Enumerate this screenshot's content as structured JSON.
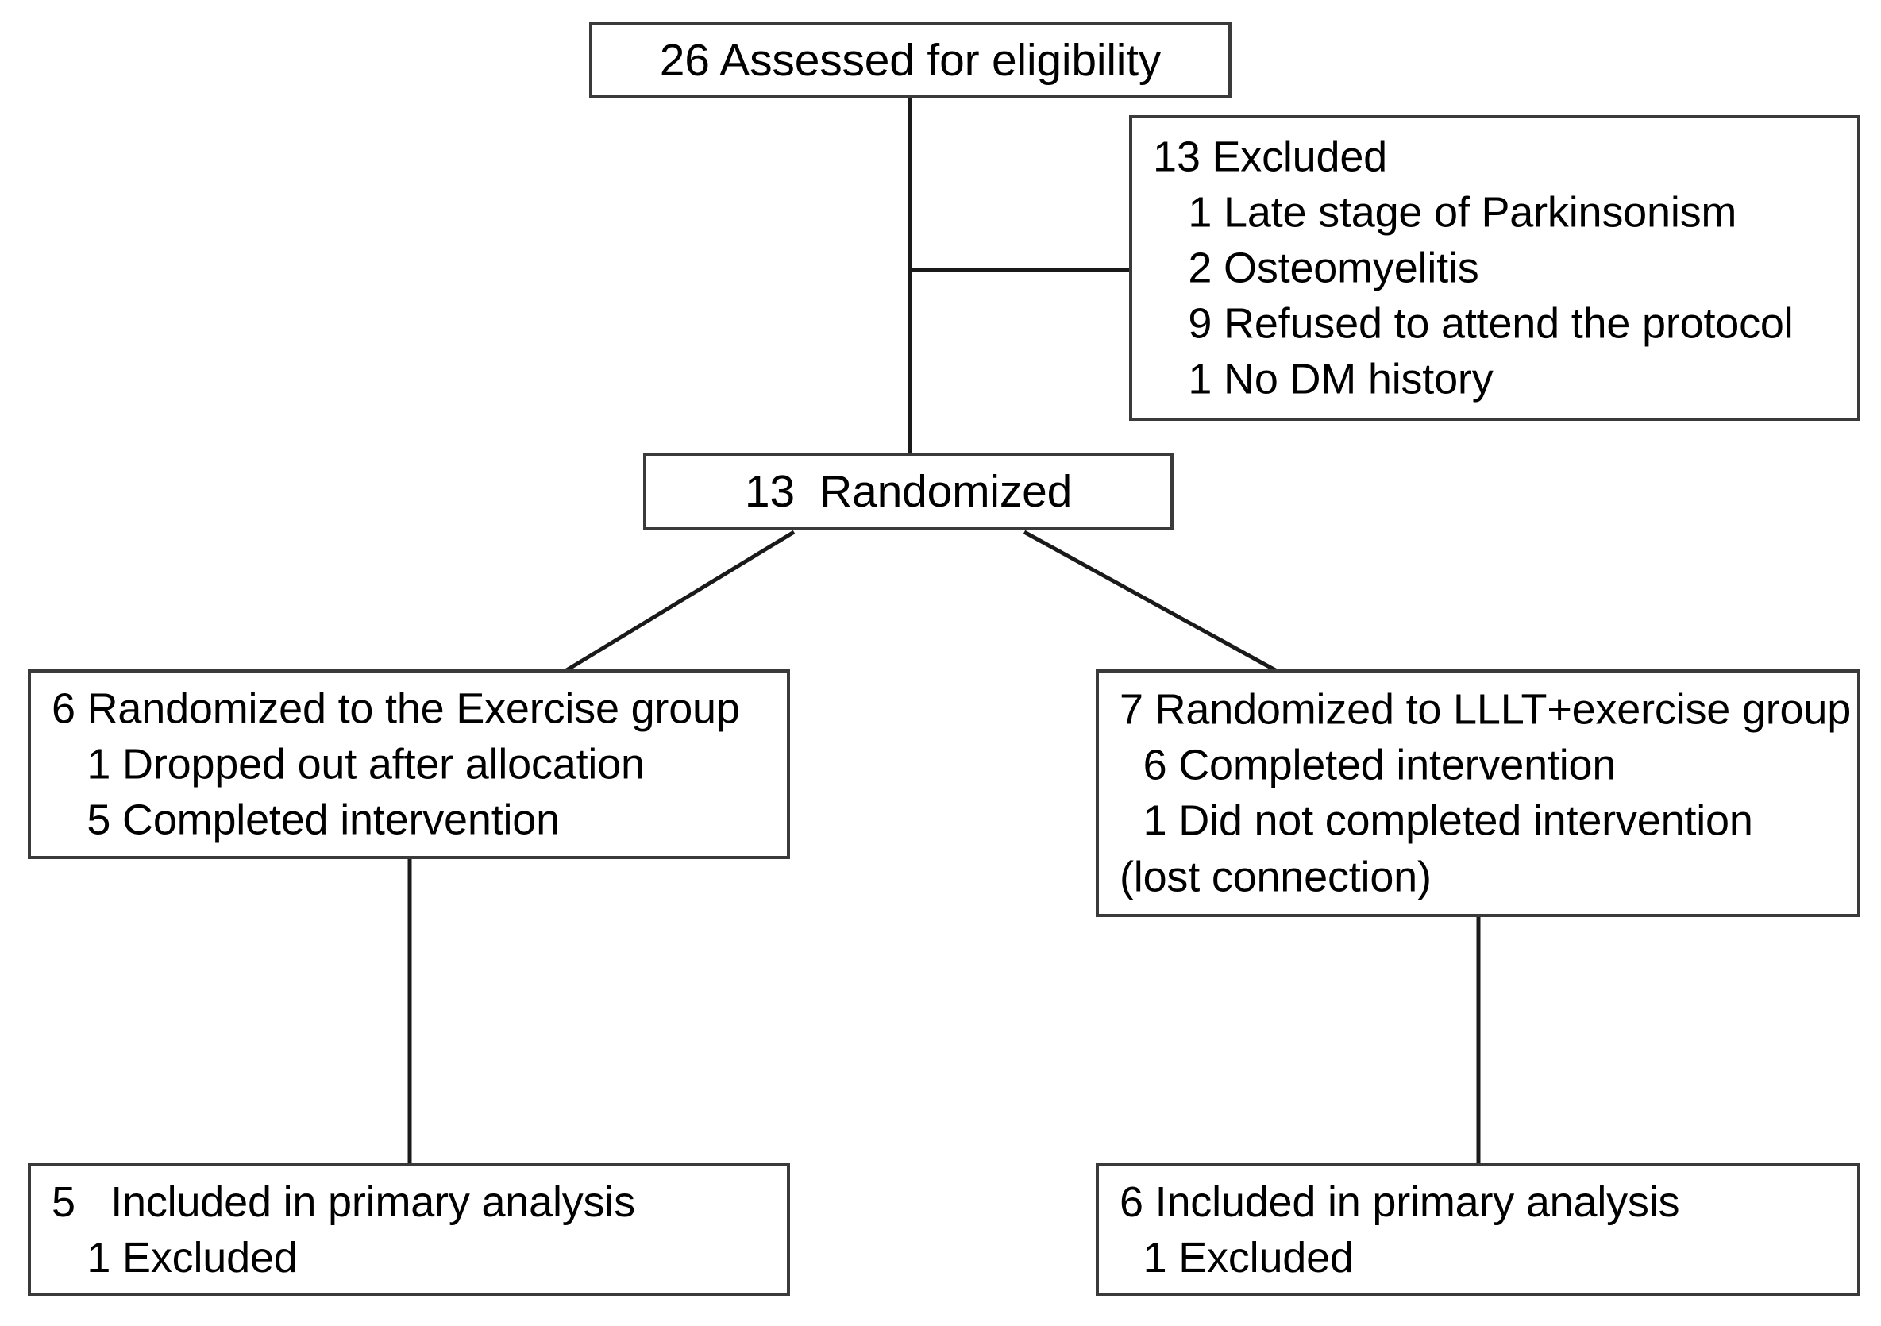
{
  "diagram": {
    "type": "consort-flow-diagram",
    "title": "CONSORT participant flow diagram",
    "colors": {
      "box_border": "#3a3a3a",
      "connector": "#1a1a1a",
      "background": "#ffffff",
      "text": "#000000"
    },
    "nodes": {
      "assessed": {
        "id": "assessed-for-eligibility",
        "count": 26,
        "lines": [
          "26 Assessed for eligibility"
        ]
      },
      "excluded": {
        "id": "excluded",
        "count": 13,
        "lines": [
          "13 Excluded",
          "   1 Late stage of Parkinsonism",
          "   2 Osteomyelitis",
          "   9 Refused to attend the protocol",
          "   1 No DM history"
        ],
        "reasons": [
          {
            "count": 1,
            "reason": "Late stage of Parkinsonism"
          },
          {
            "count": 2,
            "reason": "Osteomyelitis"
          },
          {
            "count": 9,
            "reason": "Refused to attend the protocol"
          },
          {
            "count": 1,
            "reason": "No DM history"
          }
        ]
      },
      "randomized": {
        "id": "randomized",
        "count": 13,
        "lines": [
          "13  Randomized"
        ]
      },
      "allocation_left": {
        "id": "exercise-group-allocation",
        "count": 6,
        "lines": [
          "6 Randomized to the Exercise group",
          "   1 Dropped out after allocation",
          "   5 Completed intervention"
        ]
      },
      "allocation_right": {
        "id": "lllt-exercise-group-allocation",
        "count": 7,
        "lines": [
          "7 Randomized to LLLT+exercise group",
          "  6 Completed intervention",
          "  1 Did not completed intervention",
          "(lost connection)"
        ]
      },
      "analysis_left": {
        "id": "exercise-group-analysis",
        "count": 5,
        "lines": [
          "5   Included in primary analysis",
          "   1 Excluded"
        ]
      },
      "analysis_right": {
        "id": "lllt-exercise-group-analysis",
        "count": 6,
        "lines": [
          "6 Included in primary analysis",
          "  1 Excluded"
        ]
      }
    },
    "edges": [
      {
        "from": "assessed",
        "to": "excluded",
        "style": "orthogonal"
      },
      {
        "from": "assessed",
        "to": "randomized",
        "style": "vertical"
      },
      {
        "from": "randomized",
        "to": "allocation_left",
        "style": "diagonal"
      },
      {
        "from": "randomized",
        "to": "allocation_right",
        "style": "diagonal"
      },
      {
        "from": "allocation_left",
        "to": "analysis_left",
        "style": "vertical"
      },
      {
        "from": "allocation_right",
        "to": "analysis_right",
        "style": "vertical"
      }
    ]
  }
}
